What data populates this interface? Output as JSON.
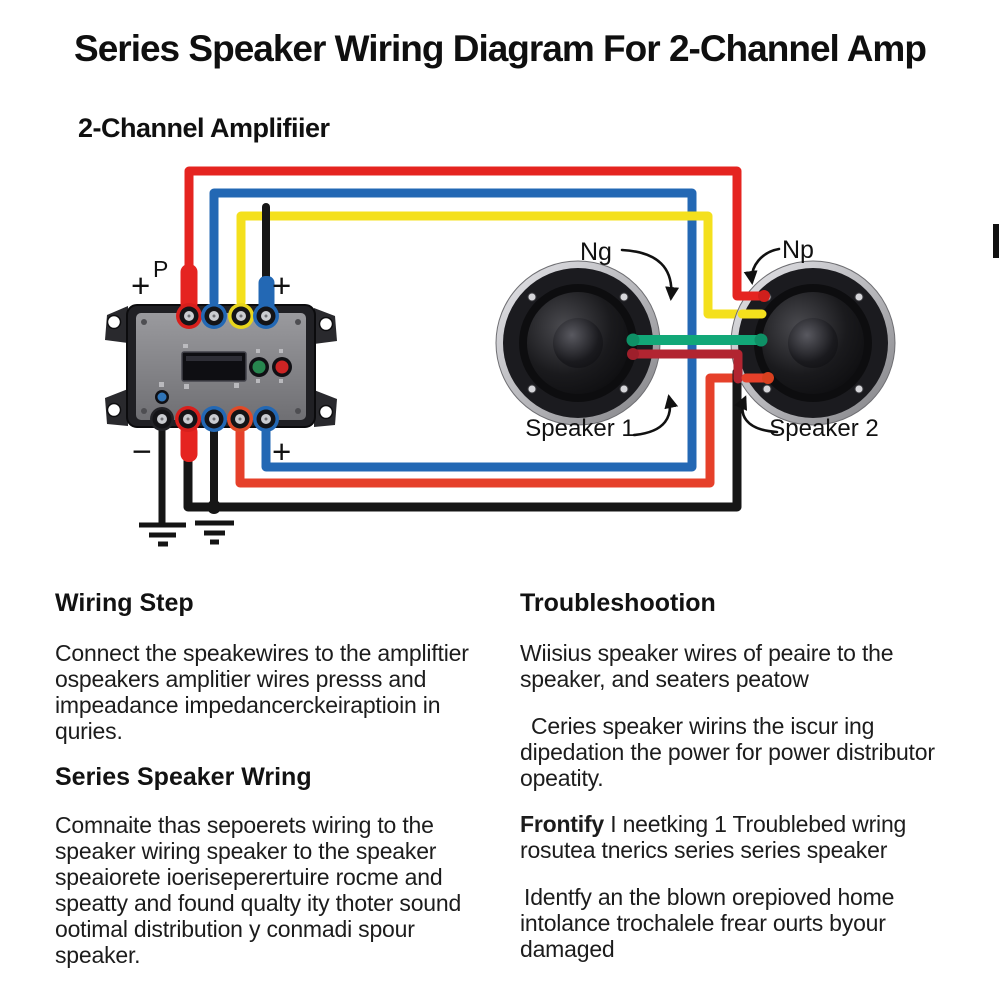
{
  "title": "Series Speaker Wiring Diagram For 2-Channel Amp",
  "diagram": {
    "amp_label": "2-Channel Amplifiier",
    "labels": {
      "p": "P",
      "plus_top_left": "+",
      "plus_top_right": "+",
      "minus_bottom": "−",
      "plus_bottom": "+",
      "ng": "Ng",
      "np": "Np",
      "speaker1": "Speaker 1",
      "speaker2": "Speaker 2"
    },
    "wire_colors": {
      "red": "#e52420",
      "blue": "#2368b4",
      "yellow": "#f4e01d",
      "green": "#12a878",
      "dark_red": "#b22531",
      "orange_red": "#e6402a",
      "black": "#161616"
    }
  },
  "sections": {
    "wiring_step": {
      "heading": "Wiring Step",
      "lines": [
        "Connect the speakewires to the ampliftier",
        "ospeakers amplitier wires presss and",
        "impeadance impedancerckeiraptioin in",
        "quries."
      ]
    },
    "series_speaker_wring": {
      "heading": "Series Speaker Wring",
      "lines": [
        "Comnaite thas sepoerets wiring to the",
        "speaker wiring speaker to the speaker",
        "speaiorete ioeriseperertuire rocme and",
        "speatty and found qualty ity thoter sound",
        "ootimal distribution y conmadi spour",
        "speaker."
      ]
    },
    "troubleshootion": {
      "heading": "Troubleshootion",
      "p1_lines": [
        "Wiisius speaker wires of peaire to the",
        "speaker, and seaters peatow"
      ],
      "p2_lines": [
        "Ceries speaker wirins the iscur ing",
        "dipedation the power for power distributor",
        "opeatity."
      ],
      "p3_bold": "Frontify",
      "p3_rest": " I neetking 1 Troublebed wring",
      "p3_line2": "rosutea tnerics series series speaker",
      "p4_lines": [
        "Identfy an the blown orepioved home",
        "intolance trochalele frear ourts byour",
        "damaged"
      ]
    }
  }
}
